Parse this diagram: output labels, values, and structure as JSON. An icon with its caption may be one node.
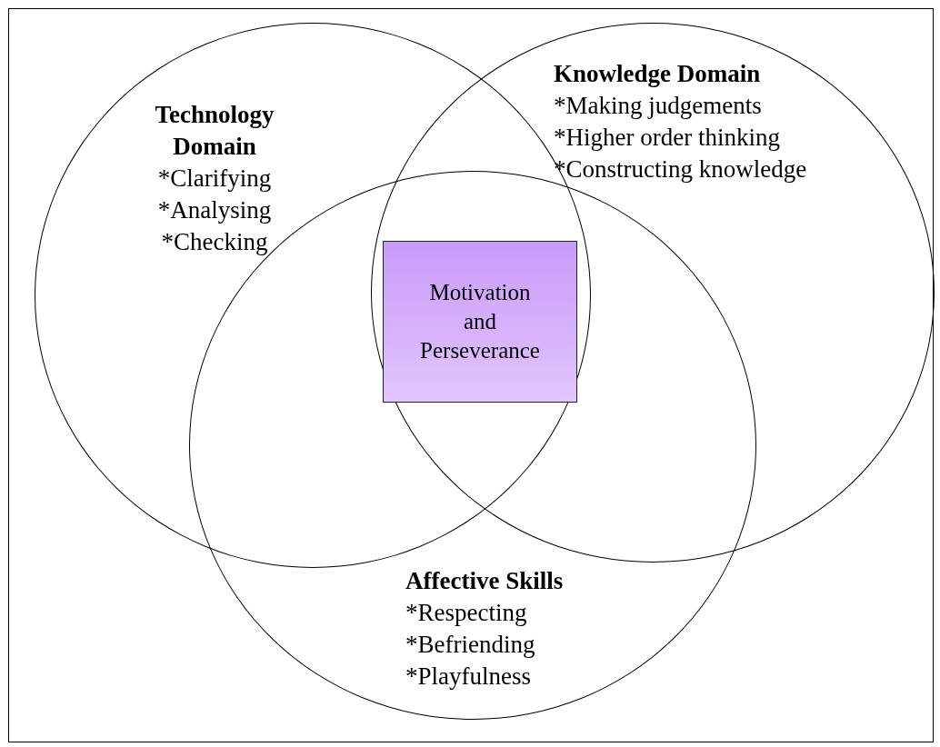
{
  "diagram": {
    "nodes": [
      {
        "text": [
          "Technology Domain",
          "*Clarifying",
          "*Analysing",
          "*Checking"
        ]
      },
      {
        "text": [
          "Knowledge Domain",
          "*Making judgements",
          "*Higher order thinking",
          "*Constructing knowledge"
        ]
      },
      {
        "text": [
          "Affective Skills",
          "*Respecting",
          "*Befriending",
          "*Playfulness"
        ]
      },
      {
        "text": [
          "Motivation and Perseverance"
        ]
      }
    ],
    "edges": []
  }
}
